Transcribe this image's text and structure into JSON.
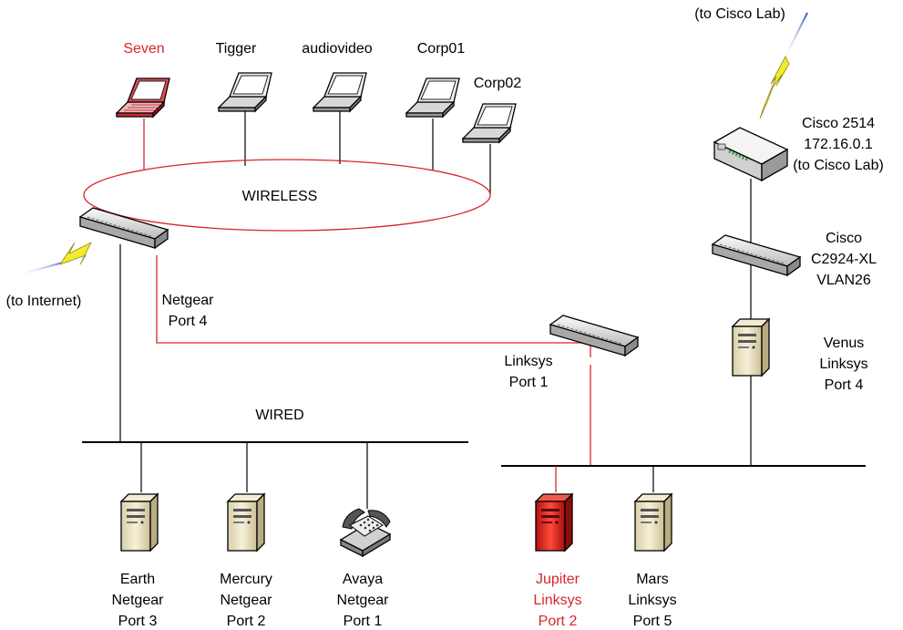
{
  "labels": {
    "seven": "Seven",
    "tigger": "Tigger",
    "audiovideo": "audiovideo",
    "corp01": "Corp01",
    "corp02": "Corp02",
    "wireless": "WIRELESS",
    "to_internet": "(to Internet)",
    "to_cisco_lab_top": "(to Cisco Lab)",
    "cisco2514": [
      "Cisco 2514",
      "172.16.0.1",
      "(to Cisco Lab)"
    ],
    "cisco_switch": [
      "Cisco",
      "C2924-XL",
      "VLAN26"
    ],
    "netgear_port": [
      "Netgear",
      "Port 4"
    ],
    "linksys_port": [
      "Linksys",
      "Port 1"
    ],
    "venus": [
      "Venus",
      "Linksys",
      "Port 4"
    ],
    "wired": "WIRED",
    "earth": [
      "Earth",
      "Netgear",
      "Port 3"
    ],
    "mercury": [
      "Mercury",
      "Netgear",
      "Port 2"
    ],
    "avaya": [
      "Avaya",
      "Netgear",
      "Port 1"
    ],
    "jupiter": [
      "Jupiter",
      "Linksys",
      "Port 2"
    ],
    "mars": [
      "Mars",
      "Linksys",
      "Port 5"
    ]
  },
  "colors": {
    "red_link": "#d8262b",
    "wired_link": "#000000",
    "lightning": "#f2ea2a",
    "lightning_trail": "#2b5fb8",
    "device_fill": "#e6e6e6",
    "server_fill": "#ece3c4",
    "server_red": "#d32020"
  }
}
